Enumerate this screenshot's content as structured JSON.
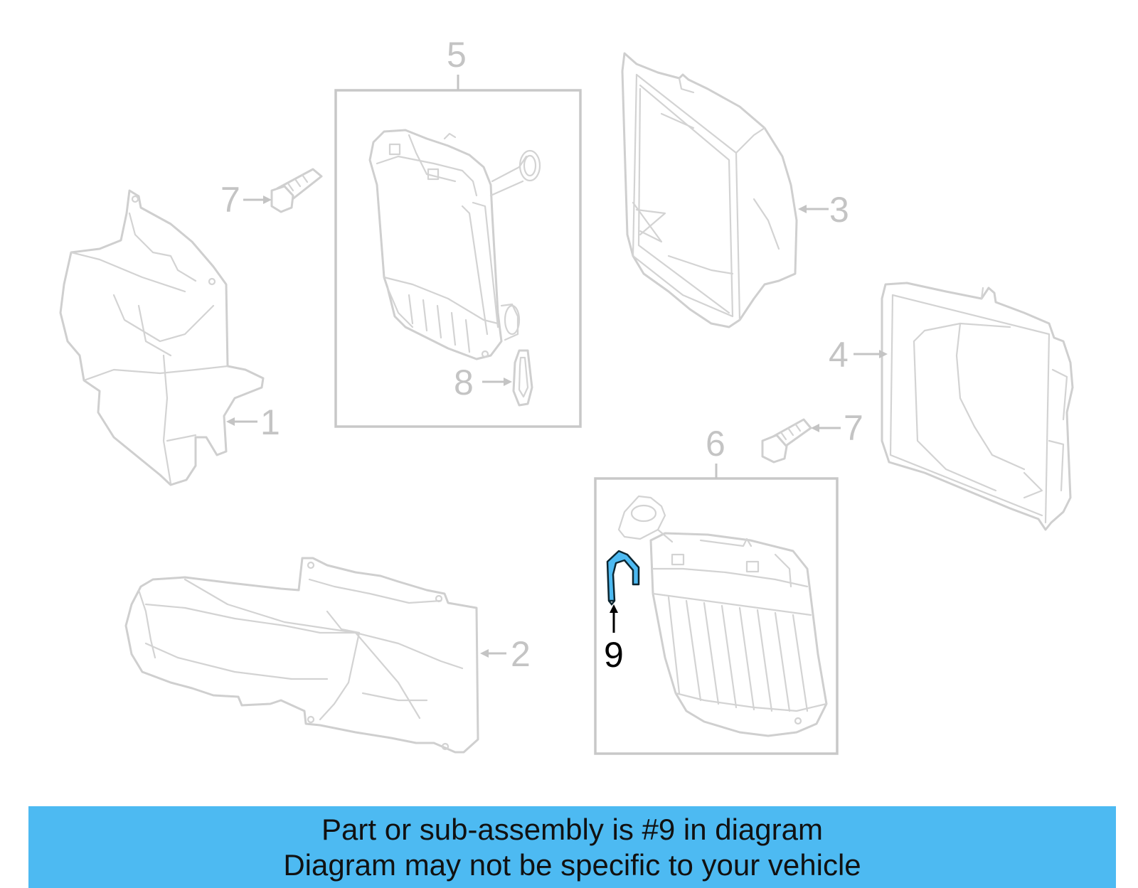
{
  "diagram": {
    "callouts": {
      "part_1": "1",
      "part_2": "2",
      "part_3": "3",
      "part_4": "4",
      "part_5": "5",
      "part_6": "6",
      "part_7_upper": "7",
      "part_7_lower": "7",
      "part_8": "8",
      "part_9": "9"
    },
    "highlight_color": "#4dbaf2",
    "highlighted_part": "9"
  },
  "banner": {
    "line1": "Part or sub-assembly is #9 in diagram",
    "line2": "Diagram may not be specific to your vehicle",
    "background": "#4dbaf2"
  }
}
